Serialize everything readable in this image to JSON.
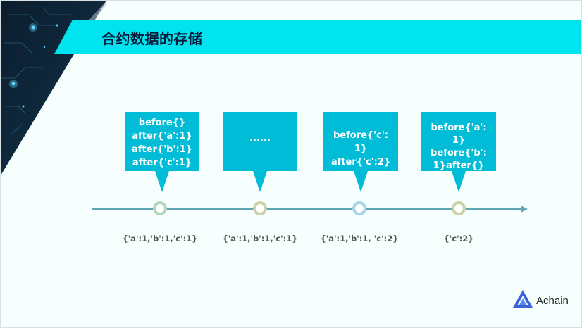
{
  "title": "合约数据的存储",
  "callouts": [
    {
      "lines": [
        "before{}",
        "after{'a':1}",
        "after{'b':1}",
        "after{'c':1}"
      ]
    },
    {
      "lines": [
        "......"
      ]
    },
    {
      "lines": [
        "before{'c':",
        "1}",
        "after{'c':2}"
      ]
    },
    {
      "lines": [
        "before{'a':",
        "1}",
        "before{'b':",
        "1}after{}"
      ]
    }
  ],
  "states": [
    "{'a':1,'b':1,'c':1}",
    "{'a':1,'b':1,'c':1}",
    "{'a':1,'b':1, 'c':2}",
    "{'c':2}"
  ],
  "nodes": [
    {
      "color": "#b5d7bd"
    },
    {
      "color": "#c9d3a7"
    },
    {
      "color": "#a9d6e6"
    },
    {
      "color": "#c9d3a7"
    }
  ],
  "logo": {
    "icon": "achain-logo-icon",
    "text": "Achain",
    "color": "#3d63d8"
  },
  "colors": {
    "title_bar": "#00e4f0",
    "callout": "#00bcd6",
    "axis": "#5fa6b4"
  }
}
